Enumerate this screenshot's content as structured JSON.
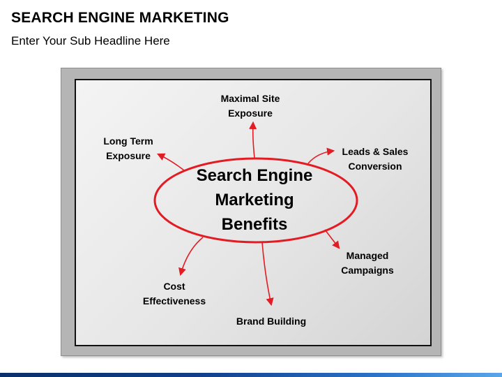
{
  "header": {
    "title": "SEARCH ENGINE MARKETING",
    "subtitle": "Enter Your Sub Headline Here"
  },
  "diagram": {
    "center_lines": [
      "Search Engine",
      "Marketing",
      "Benefits"
    ],
    "benefits": [
      {
        "id": "maximal-site-exposure",
        "lines": [
          "Maximal Site",
          "Exposure"
        ]
      },
      {
        "id": "long-term-exposure",
        "lines": [
          "Long Term",
          "Exposure"
        ]
      },
      {
        "id": "leads-sales-conversion",
        "lines": [
          "Leads & Sales",
          "Conversion"
        ]
      },
      {
        "id": "managed-campaigns",
        "lines": [
          "Managed",
          "Campaigns"
        ]
      },
      {
        "id": "cost-effectiveness",
        "lines": [
          "Cost",
          "Effectiveness"
        ]
      },
      {
        "id": "brand-building",
        "lines": [
          "Brand Building"
        ]
      }
    ],
    "colors": {
      "accent": "#e31b23",
      "frame": "#b5b5b5",
      "bar": "#123f8a"
    }
  }
}
